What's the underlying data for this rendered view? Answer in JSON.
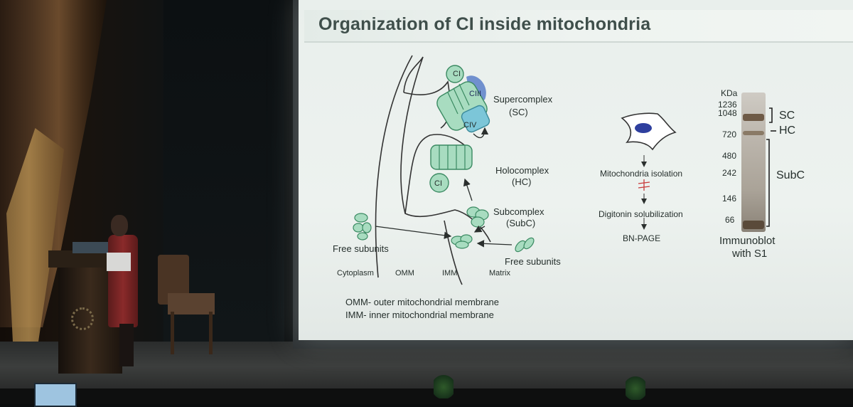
{
  "slide": {
    "title": "Organization of CI inside mitochondria",
    "diagram": {
      "complex_ci_top": "CI",
      "complex_ciii": "CIII",
      "complex_civ": "CIV",
      "complex_ci_bottom": "CI",
      "supercomplex": "Supercomplex",
      "supercomplex_abbr": "(SC)",
      "holocomplex": "Holocomplex",
      "holocomplex_abbr": "(HC)",
      "subcomplex": "Subcomplex",
      "subcomplex_abbr": "(SubC)",
      "free_subunits_left": "Free subunits",
      "free_subunits_right": "Free subunits",
      "cytoplasm": "Cytoplasm",
      "omm": "OMM",
      "imm": "IMM",
      "matrix": "Matrix",
      "legend_omm": "OMM- outer mitochondrial membrane",
      "legend_imm": "IMM- inner mitochondrial membrane"
    },
    "workflow": {
      "step1": "Mitochondria isolation",
      "step2": "Digitonin solubilization",
      "step3": "BN-PAGE"
    },
    "blot": {
      "unit": "KDa",
      "markers": [
        "1236",
        "1048",
        "720",
        "480",
        "242",
        "146",
        "66"
      ],
      "label_sc": "SC",
      "label_hc": "HC",
      "label_subc": "SubC",
      "caption_line1": "Immunoblot",
      "caption_line2": "with S1"
    },
    "colors": {
      "ci_green": "#a8dcc0",
      "ciii_blue": "#5b7fc8",
      "civ_teal": "#7cc6d8",
      "title": "#3f4f4b"
    }
  }
}
